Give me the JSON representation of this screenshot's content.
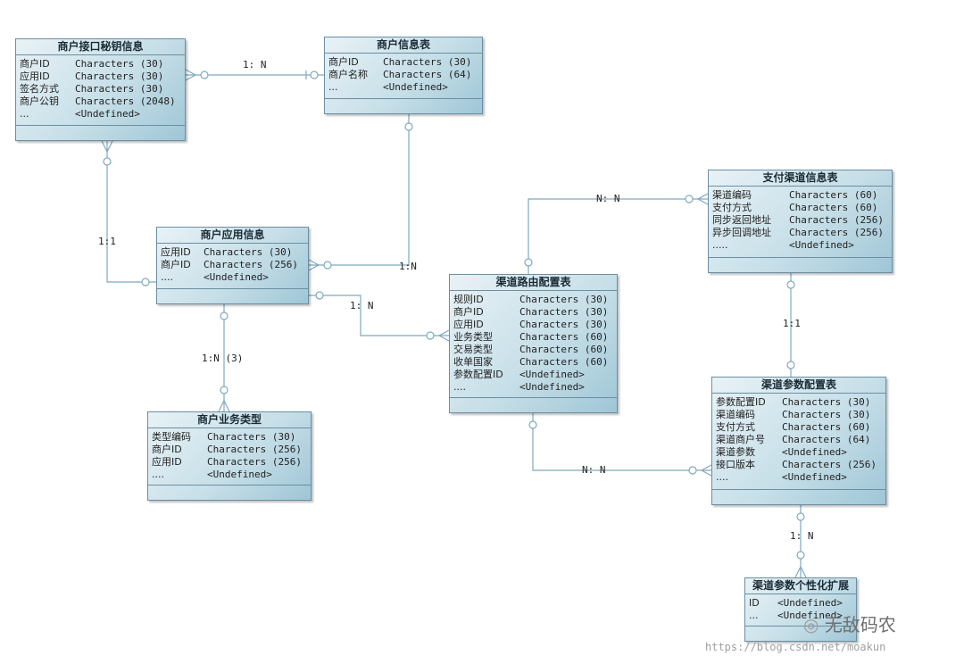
{
  "entities": {
    "merchant_key": {
      "title": "商户接口秘钥信息",
      "rows": [
        {
          "name": "商户ID",
          "type": "Characters (30)"
        },
        {
          "name": "应用ID",
          "type": "Characters (30)"
        },
        {
          "name": "签名方式",
          "type": "Characters (30)"
        },
        {
          "name": "商户公钥",
          "type": "Characters (2048)"
        },
        {
          "name": "...",
          "type": "<Undefined>"
        }
      ]
    },
    "merchant_info": {
      "title": "商户信息表",
      "rows": [
        {
          "name": "商户ID",
          "type": "Characters (30)"
        },
        {
          "name": "商户名称",
          "type": "Characters (64)"
        },
        {
          "name": "...",
          "type": "<Undefined>"
        }
      ]
    },
    "merchant_app": {
      "title": "商户应用信息",
      "rows": [
        {
          "name": "应用ID",
          "type": "Characters (30)"
        },
        {
          "name": "商户ID",
          "type": "Characters (256)"
        },
        {
          "name": "....",
          "type": "<Undefined>"
        }
      ]
    },
    "merchant_biz": {
      "title": "商户业务类型",
      "rows": [
        {
          "name": "类型编码",
          "type": "Characters (30)"
        },
        {
          "name": "商户ID",
          "type": "Characters (256)"
        },
        {
          "name": "应用ID",
          "type": "Characters (256)"
        },
        {
          "name": "....",
          "type": "<Undefined>"
        }
      ]
    },
    "channel_route": {
      "title": "渠道路由配置表",
      "rows": [
        {
          "name": "规则ID",
          "type": "Characters (30)"
        },
        {
          "name": "商户ID",
          "type": "Characters (30)"
        },
        {
          "name": "应用ID",
          "type": "Characters (30)"
        },
        {
          "name": "业务类型",
          "type": "Characters (60)"
        },
        {
          "name": "交易类型",
          "type": "Characters (60)"
        },
        {
          "name": "收单国家",
          "type": "Characters (60)"
        },
        {
          "name": "参数配置ID",
          "type": "<Undefined>"
        },
        {
          "name": "....",
          "type": "<Undefined>"
        }
      ]
    },
    "pay_channel": {
      "title": "支付渠道信息表",
      "rows": [
        {
          "name": "渠道编码",
          "type": "Characters (60)"
        },
        {
          "name": "支付方式",
          "type": "Characters (60)"
        },
        {
          "name": "同步返回地址",
          "type": "Characters (256)"
        },
        {
          "name": "异步回调地址",
          "type": "Characters (256)"
        },
        {
          "name": ".....",
          "type": "<Undefined>"
        }
      ]
    },
    "channel_param": {
      "title": "渠道参数配置表",
      "rows": [
        {
          "name": "参数配置ID",
          "type": "Characters (30)"
        },
        {
          "name": "渠道编码",
          "type": "Characters (30)"
        },
        {
          "name": "支付方式",
          "type": "Characters (60)"
        },
        {
          "name": "渠道商户号",
          "type": "Characters (64)"
        },
        {
          "name": "渠道参数",
          "type": "<Undefined>"
        },
        {
          "name": "接口版本",
          "type": "Characters (256)"
        },
        {
          "name": "....",
          "type": "<Undefined>"
        }
      ]
    },
    "channel_ext": {
      "title": "渠道参数个性化扩展",
      "rows": [
        {
          "name": "ID",
          "type": "<Undefined>"
        },
        {
          "name": "...",
          "type": "<Undefined>"
        }
      ]
    }
  },
  "relations": {
    "key_info": "1: N",
    "key_app": "1:1",
    "info_app": "1:N",
    "app_biz": "1:N (3)",
    "app_route": "1: N",
    "route_channel": "N: N",
    "channel_param": "1:1",
    "route_param": "N: N",
    "param_ext": "1: N"
  },
  "watermark": {
    "brand": "无敌码农",
    "url": "https://blog.csdn.net/moakun"
  }
}
